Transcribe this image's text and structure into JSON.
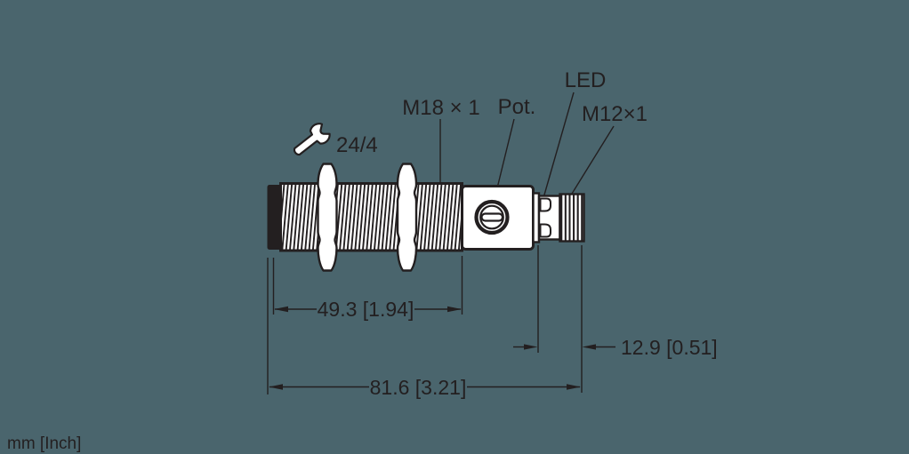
{
  "drawing": {
    "title": "sensor-dimension-drawing",
    "background_color": "#4a656d",
    "line_color": "#231f20",
    "icons": {
      "wrench": "open-end-wrench-icon"
    },
    "labels": {
      "wrench_size": "24/4",
      "barrel_thread": "M18 × 1",
      "potentiometer": "Pot.",
      "led": "LED",
      "connector_thread": "M12×1"
    },
    "dimensions": {
      "thread_length": "49.3 [1.94]",
      "overall_length": "81.6 [3.21]",
      "connector_length": "12.9 [0.51]"
    },
    "units_note": "mm [Inch]"
  }
}
